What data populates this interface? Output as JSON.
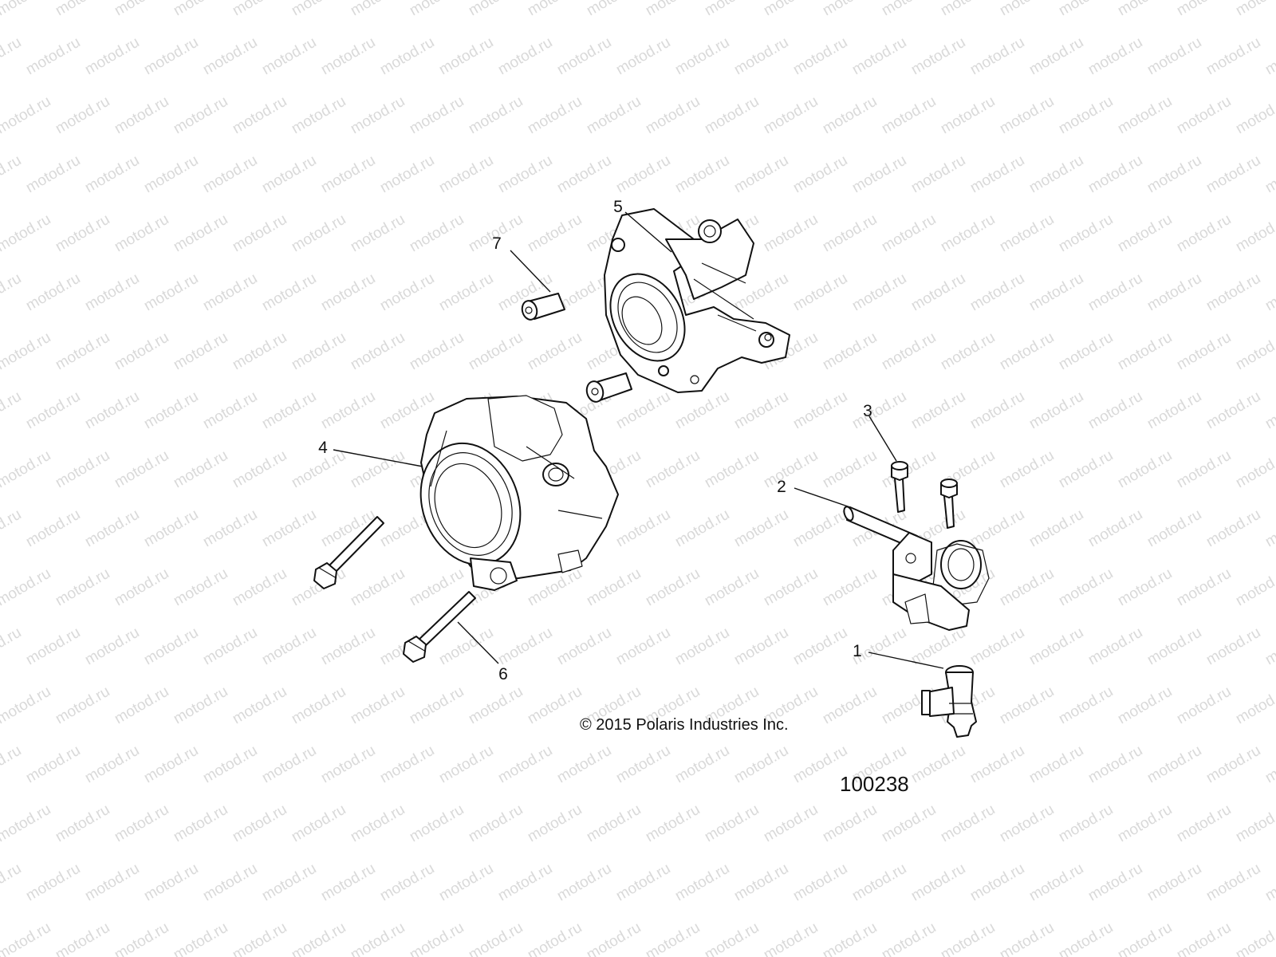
{
  "watermark_text": "motod.ru",
  "callouts": [
    "1",
    "2",
    "3",
    "4",
    "5",
    "6",
    "7"
  ],
  "copyright": "© 2015 Polaris Industries Inc.",
  "drawing_number": "100238",
  "colors": {
    "line": "#111111",
    "watermark": "#d9d9d9",
    "background": "#ffffff"
  }
}
